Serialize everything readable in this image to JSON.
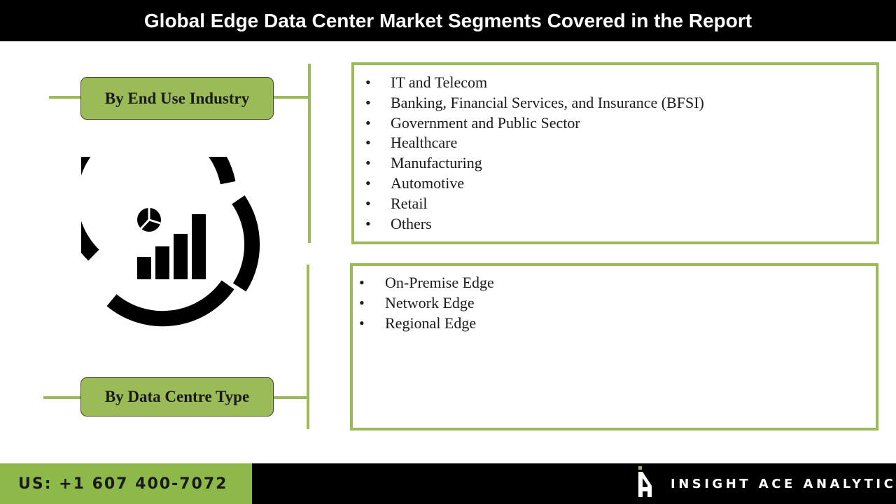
{
  "header": {
    "title": "Global Edge Data Center Market Segments Covered in the Report"
  },
  "segments": [
    {
      "label": "By End Use Industry",
      "items": [
        "IT and Telecom",
        "Banking, Financial Services, and Insurance (BFSI)",
        "Government and Public Sector",
        "Healthcare",
        "Manufacturing",
        "Automotive",
        "Retail",
        "Others"
      ]
    },
    {
      "label": "By Data Centre Type",
      "items": [
        "On-Premise Edge",
        "Network Edge",
        "Regional Edge"
      ]
    }
  ],
  "footer": {
    "phone": "US: +1 607 400-7072",
    "brand": "INSIGHT ACE ANALYTIC"
  },
  "icons": {
    "center": "analytics-chart-icon",
    "brand_logo": "insight-ace-logo-icon"
  },
  "colors": {
    "accent": "#9bbb59",
    "footer_accent": "#8db84a",
    "header_bg": "#000000"
  }
}
